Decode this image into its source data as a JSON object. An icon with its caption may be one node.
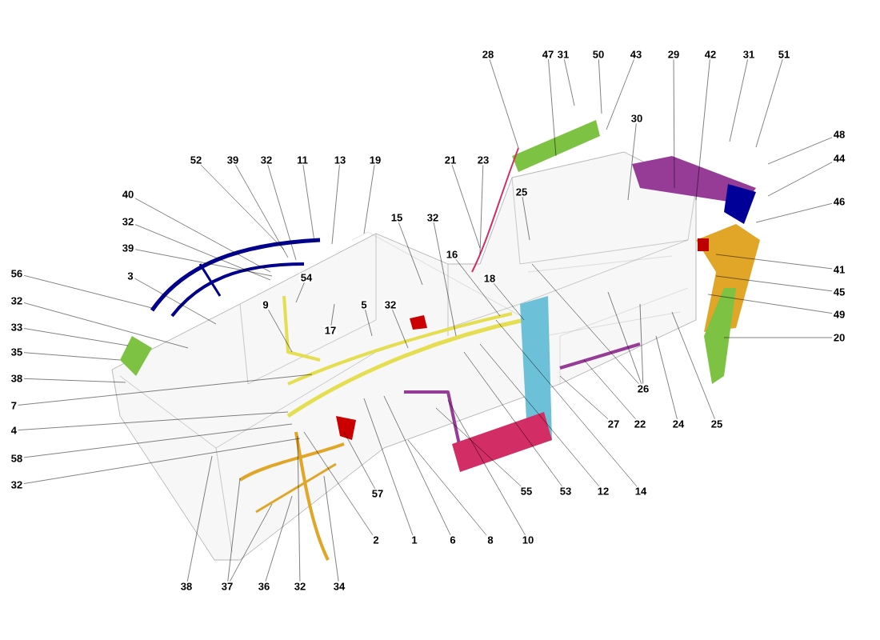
{
  "diagram": {
    "nodes": [
      {
        "text": [
          "28"
        ]
      },
      {
        "text": [
          "47"
        ]
      },
      {
        "text": [
          "31"
        ]
      },
      {
        "text": [
          "50"
        ]
      },
      {
        "text": [
          "43"
        ]
      },
      {
        "text": [
          "29"
        ]
      },
      {
        "text": [
          "42"
        ]
      },
      {
        "text": [
          "31"
        ]
      },
      {
        "text": [
          "51"
        ]
      },
      {
        "text": [
          "52"
        ]
      },
      {
        "text": [
          "39"
        ]
      },
      {
        "text": [
          "32"
        ]
      },
      {
        "text": [
          "11"
        ]
      },
      {
        "text": [
          "13"
        ]
      },
      {
        "text": [
          "19"
        ]
      },
      {
        "text": [
          "21"
        ]
      },
      {
        "text": [
          "23"
        ]
      },
      {
        "text": [
          "30"
        ]
      },
      {
        "text": [
          "48"
        ]
      },
      {
        "text": [
          "44"
        ]
      },
      {
        "text": [
          "40"
        ]
      },
      {
        "text": [
          "25"
        ]
      },
      {
        "text": [
          "46"
        ]
      },
      {
        "text": [
          "32"
        ]
      },
      {
        "text": [
          "15"
        ]
      },
      {
        "text": [
          "32"
        ]
      },
      {
        "text": [
          "39"
        ]
      },
      {
        "text": [
          "16"
        ]
      },
      {
        "text": [
          "41"
        ]
      },
      {
        "text": [
          "56"
        ]
      },
      {
        "text": [
          "3"
        ]
      },
      {
        "text": [
          "54"
        ]
      },
      {
        "text": [
          "18"
        ]
      },
      {
        "text": [
          "45"
        ]
      },
      {
        "text": [
          "32"
        ]
      },
      {
        "text": [
          "9"
        ]
      },
      {
        "text": [
          "5"
        ]
      },
      {
        "text": [
          "32"
        ]
      },
      {
        "text": [
          "49"
        ]
      },
      {
        "text": [
          "33"
        ]
      },
      {
        "text": [
          "17"
        ]
      },
      {
        "text": [
          "20"
        ]
      },
      {
        "text": [
          "35"
        ]
      },
      {
        "text": [
          "38"
        ]
      },
      {
        "text": [
          "26"
        ]
      },
      {
        "text": [
          "7"
        ]
      },
      {
        "text": [
          "27"
        ]
      },
      {
        "text": [
          "22"
        ]
      },
      {
        "text": [
          "24"
        ]
      },
      {
        "text": [
          "25"
        ]
      },
      {
        "text": [
          "4"
        ]
      },
      {
        "text": [
          "58"
        ]
      },
      {
        "text": [
          "32"
        ]
      },
      {
        "text": [
          "55"
        ]
      },
      {
        "text": [
          "53"
        ]
      },
      {
        "text": [
          "12"
        ]
      },
      {
        "text": [
          "14"
        ]
      },
      {
        "text": [
          "57"
        ]
      },
      {
        "text": [
          "2"
        ]
      },
      {
        "text": [
          "1"
        ]
      },
      {
        "text": [
          "6"
        ]
      },
      {
        "text": [
          "8"
        ]
      },
      {
        "text": [
          "10"
        ]
      },
      {
        "text": [
          "38"
        ]
      },
      {
        "text": [
          "37"
        ]
      },
      {
        "text": [
          "36"
        ]
      },
      {
        "text": [
          "32"
        ]
      },
      {
        "text": [
          "34"
        ]
      }
    ],
    "edges": [
      {
        "from": 0,
        "to": null,
        "arrow": "none"
      },
      {
        "from": 1,
        "to": null,
        "arrow": "none"
      },
      {
        "from": 2,
        "to": null,
        "arrow": "none"
      },
      {
        "from": 3,
        "to": null,
        "arrow": "none"
      },
      {
        "from": 4,
        "to": null,
        "arrow": "none"
      },
      {
        "from": 5,
        "to": null,
        "arrow": "none"
      },
      {
        "from": 6,
        "to": null,
        "arrow": "none"
      },
      {
        "from": 7,
        "to": null,
        "arrow": "none"
      },
      {
        "from": 8,
        "to": null,
        "arrow": "none"
      },
      {
        "from": 9,
        "to": null,
        "arrow": "none"
      },
      {
        "from": 10,
        "to": null,
        "arrow": "none"
      },
      {
        "from": 11,
        "to": null,
        "arrow": "none"
      },
      {
        "from": 12,
        "to": null,
        "arrow": "none"
      },
      {
        "from": 13,
        "to": null,
        "arrow": "none"
      },
      {
        "from": 14,
        "to": null,
        "arrow": "none"
      },
      {
        "from": 15,
        "to": null,
        "arrow": "none"
      },
      {
        "from": 16,
        "to": null,
        "arrow": "none"
      },
      {
        "from": 17,
        "to": null,
        "arrow": "none"
      },
      {
        "from": 18,
        "to": null,
        "arrow": "none"
      },
      {
        "from": 19,
        "to": null,
        "arrow": "none"
      },
      {
        "from": 20,
        "to": null,
        "arrow": "none"
      },
      {
        "from": 21,
        "to": null,
        "arrow": "none"
      },
      {
        "from": 22,
        "to": null,
        "arrow": "none"
      },
      {
        "from": 23,
        "to": null,
        "arrow": "none"
      },
      {
        "from": 24,
        "to": null,
        "arrow": "none"
      },
      {
        "from": 25,
        "to": null,
        "arrow": "none"
      },
      {
        "from": 26,
        "to": null,
        "arrow": "none"
      },
      {
        "from": 27,
        "to": null,
        "arrow": "none"
      },
      {
        "from": 28,
        "to": null,
        "arrow": "none"
      },
      {
        "from": 29,
        "to": null,
        "arrow": "none"
      },
      {
        "from": 30,
        "to": null,
        "arrow": "none"
      },
      {
        "from": 31,
        "to": null,
        "arrow": "none"
      },
      {
        "from": 32,
        "to": null,
        "arrow": "none"
      },
      {
        "from": 33,
        "to": null,
        "arrow": "none"
      },
      {
        "from": 34,
        "to": null,
        "arrow": "none"
      },
      {
        "from": 35,
        "to": null,
        "arrow": "none"
      },
      {
        "from": 36,
        "to": null,
        "arrow": "none"
      },
      {
        "from": 37,
        "to": null,
        "arrow": "none"
      },
      {
        "from": 38,
        "to": null,
        "arrow": "none"
      },
      {
        "from": 39,
        "to": null,
        "arrow": "none"
      },
      {
        "from": 40,
        "to": null,
        "arrow": "none"
      },
      {
        "from": 41,
        "to": null,
        "arrow": "none"
      },
      {
        "from": 42,
        "to": null,
        "arrow": "none"
      },
      {
        "from": 43,
        "to": null,
        "arrow": "none"
      },
      {
        "from": 44,
        "to": null,
        "arrow": "none"
      },
      {
        "from": 44,
        "to": null,
        "arrow": "none"
      },
      {
        "from": 44,
        "to": null,
        "arrow": "none"
      },
      {
        "from": 45,
        "to": null,
        "arrow": "none"
      },
      {
        "from": 46,
        "to": null,
        "arrow": "none"
      },
      {
        "from": 47,
        "to": null,
        "arrow": "none"
      },
      {
        "from": 48,
        "to": null,
        "arrow": "none"
      },
      {
        "from": 49,
        "to": null,
        "arrow": "none"
      },
      {
        "from": 50,
        "to": null,
        "arrow": "none"
      },
      {
        "from": 51,
        "to": null,
        "arrow": "none"
      },
      {
        "from": 52,
        "to": null,
        "arrow": "none"
      },
      {
        "from": 53,
        "to": null,
        "arrow": "none"
      },
      {
        "from": 54,
        "to": null,
        "arrow": "none"
      },
      {
        "from": 55,
        "to": null,
        "arrow": "none"
      },
      {
        "from": 56,
        "to": null,
        "arrow": "none"
      },
      {
        "from": 57,
        "to": null,
        "arrow": "none"
      },
      {
        "from": 58,
        "to": null,
        "arrow": "none"
      },
      {
        "from": 59,
        "to": null,
        "arrow": "none"
      },
      {
        "from": 60,
        "to": null,
        "arrow": "none"
      },
      {
        "from": 61,
        "to": null,
        "arrow": "none"
      },
      {
        "from": 62,
        "to": null,
        "arrow": "none"
      },
      {
        "from": 63,
        "to": null,
        "arrow": "none"
      },
      {
        "from": 64,
        "to": null,
        "arrow": "none"
      },
      {
        "from": 64,
        "to": null,
        "arrow": "none"
      },
      {
        "from": 65,
        "to": null,
        "arrow": "none"
      },
      {
        "from": 66,
        "to": null,
        "arrow": "none"
      },
      {
        "from": 67,
        "to": null,
        "arrow": "none"
      }
    ]
  }
}
